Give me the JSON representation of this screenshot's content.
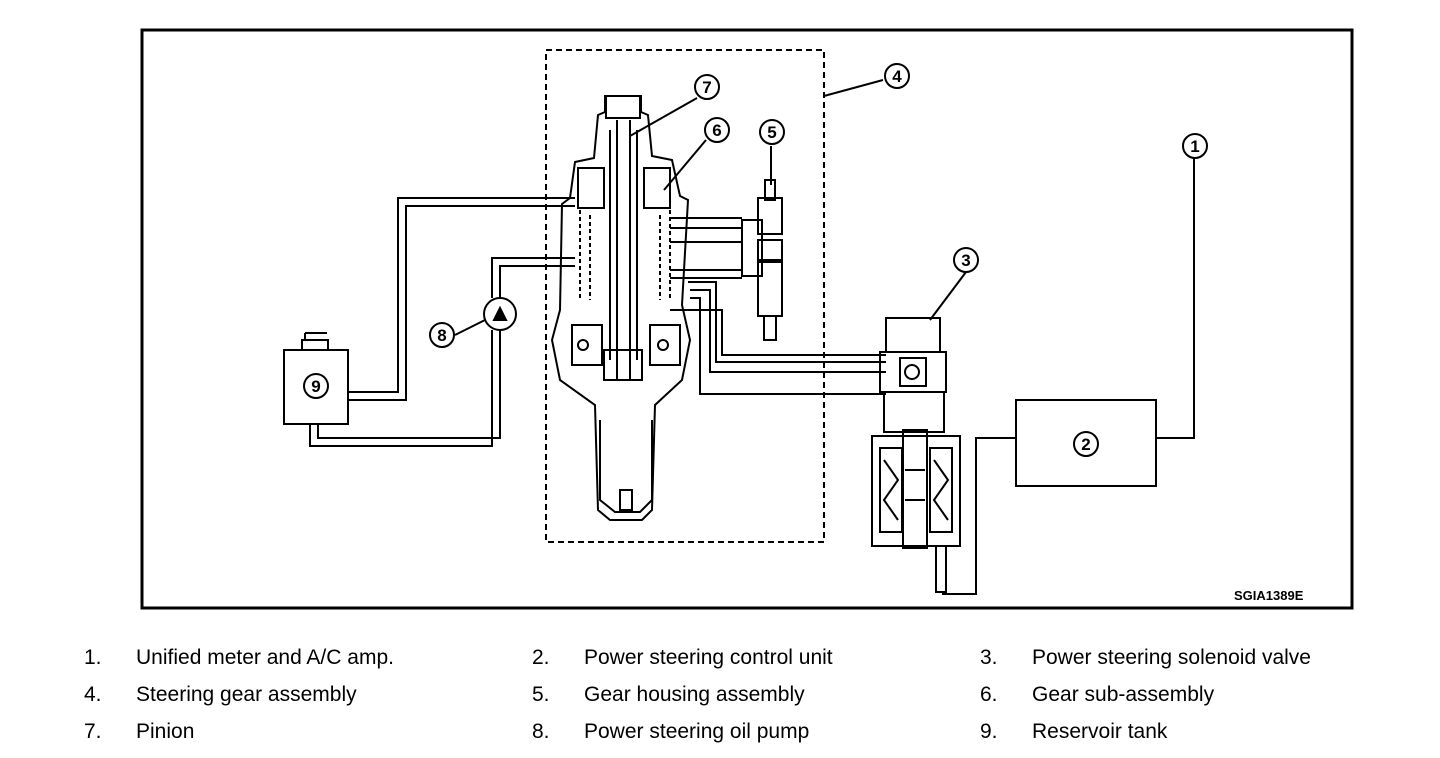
{
  "figure": {
    "code": "SGIA1389E"
  },
  "callouts": [
    {
      "id": "1",
      "label": "1"
    },
    {
      "id": "2",
      "label": "2"
    },
    {
      "id": "3",
      "label": "3"
    },
    {
      "id": "4",
      "label": "4"
    },
    {
      "id": "5",
      "label": "5"
    },
    {
      "id": "6",
      "label": "6"
    },
    {
      "id": "7",
      "label": "7"
    },
    {
      "id": "8",
      "label": "8"
    },
    {
      "id": "9",
      "label": "9"
    }
  ],
  "legend": [
    {
      "num": "1.",
      "label": "Unified meter and A/C amp."
    },
    {
      "num": "2.",
      "label": "Power steering control unit"
    },
    {
      "num": "3.",
      "label": "Power steering solenoid valve"
    },
    {
      "num": "4.",
      "label": "Steering gear assembly"
    },
    {
      "num": "5.",
      "label": "Gear housing assembly"
    },
    {
      "num": "6.",
      "label": "Gear sub-assembly"
    },
    {
      "num": "7.",
      "label": "Pinion"
    },
    {
      "num": "8.",
      "label": "Power steering oil pump"
    },
    {
      "num": "9.",
      "label": "Reservoir tank"
    }
  ]
}
